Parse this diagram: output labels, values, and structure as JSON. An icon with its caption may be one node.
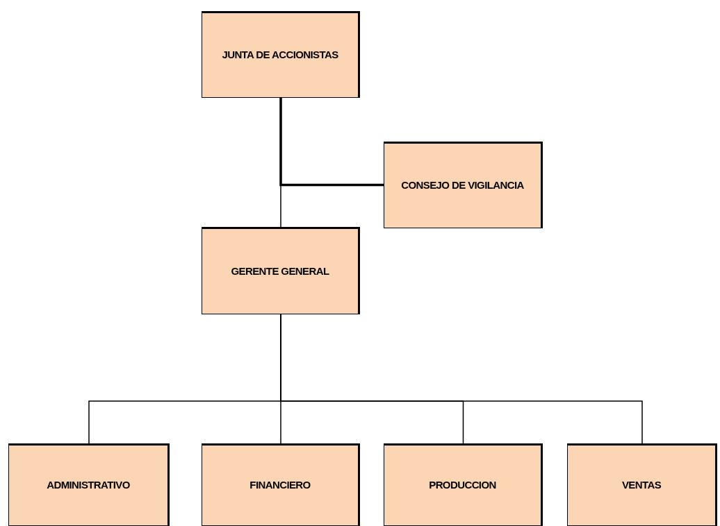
{
  "diagram": {
    "nodes": [
      {
        "text": [
          "JUNTA DE ACCIONISTAS"
        ]
      },
      {
        "text": [
          "CONSEJO DE VIGILANCIA"
        ]
      },
      {
        "text": [
          "GERENTE GENERAL"
        ]
      },
      {
        "text": [
          "ADMINISTRATIVO"
        ]
      },
      {
        "text": [
          "FINANCIERO"
        ]
      },
      {
        "text": [
          "PRODUCCION"
        ]
      },
      {
        "text": [
          "VENTAS"
        ]
      }
    ],
    "edges": [
      {
        "from": 0,
        "to": 2,
        "arrow": "none"
      },
      {
        "from": 1,
        "to": 0,
        "arrow": "none",
        "style": "thick"
      },
      {
        "from": 2,
        "to": 3,
        "arrow": "none"
      },
      {
        "from": 2,
        "to": 4,
        "arrow": "none"
      },
      {
        "from": 2,
        "to": 5,
        "arrow": "none"
      },
      {
        "from": 2,
        "to": 6,
        "arrow": "none"
      }
    ]
  }
}
